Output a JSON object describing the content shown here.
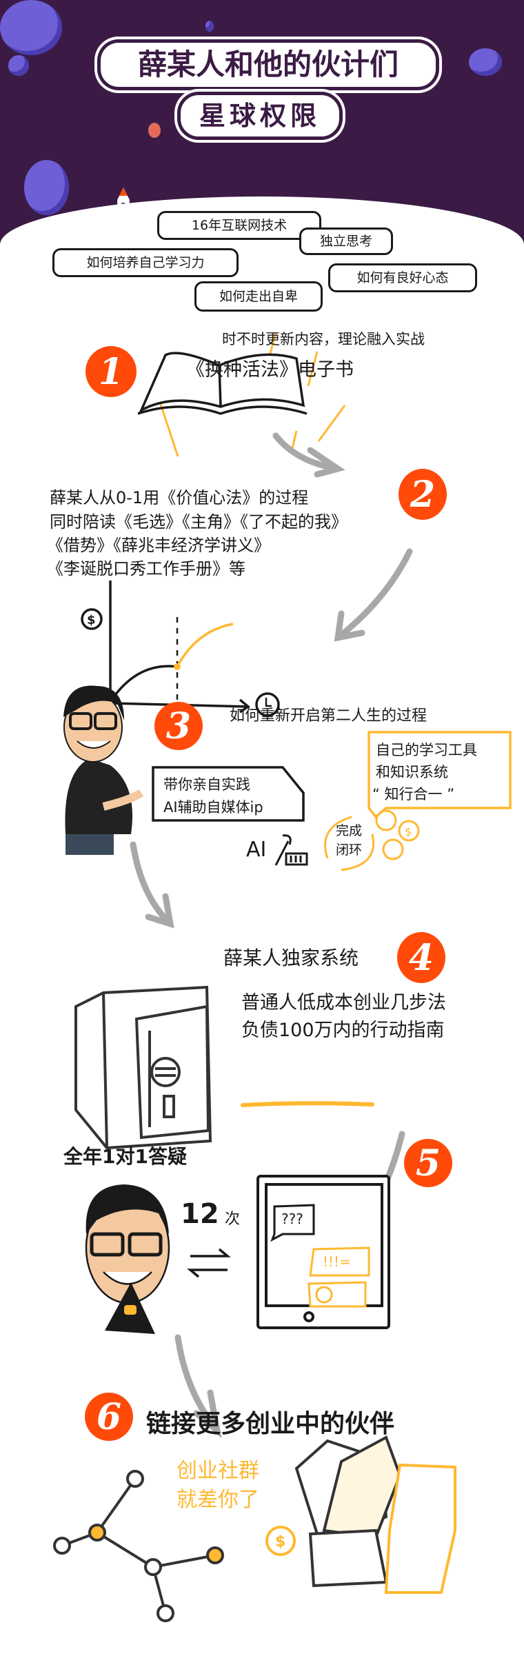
{
  "header": {
    "title": "薛某人和他的伙计们",
    "subtitle": "星球权限"
  },
  "colors": {
    "background_purple": "#3b1b45",
    "accent_orange": "#ff4a0a",
    "accent_yellow": "#ffb830",
    "arrow_gray": "#a8a8a8",
    "planet_blue": "#6f5fd6"
  },
  "section1": {
    "number": "1",
    "bubbles": [
      "16年互联网技术",
      "独立思考",
      "如何培养自己学习力",
      "如何有良好心态",
      "如何走出自卑"
    ],
    "note": "时不时更新内容，理论融入实战",
    "book": "《换种活法》电子书",
    "icon": "open-book-icon"
  },
  "section2": {
    "number": "2",
    "lines": [
      "薛某人从0-1用《价值心法》的过程",
      "同时陪读《毛选》《主角》《了不起的我》",
      "《借势》《薛兆丰经济学讲义》",
      "《李诞脱口秀工作手册》等"
    ],
    "chart_icons": [
      "dollar-icon",
      "clock-icon"
    ]
  },
  "section3": {
    "number": "3",
    "heading": "如何重新开启第二人生的过程",
    "practice_box": [
      "带你亲自实践",
      "AI辅助自媒体ip"
    ],
    "system_box": [
      "自己的学习工具",
      "和知识系统",
      "“ 知行合一 ”"
    ],
    "ai_label": "AI",
    "loop_label": [
      "完成",
      "闭环"
    ]
  },
  "section4": {
    "number": "4",
    "heading": "薛某人独家系统",
    "lines": [
      "普通人低成本创业几步法",
      "负债100万内的行动指南"
    ],
    "icon": "safe-icon"
  },
  "section5": {
    "number": "5",
    "heading": "全年1对1答疑",
    "count": "12",
    "count_unit": "次",
    "chat": [
      "???",
      "!!!="
    ]
  },
  "section6": {
    "number": "6",
    "heading": "链接更多创业中的伙伴",
    "community": [
      "创业社群",
      "就差你了"
    ]
  }
}
